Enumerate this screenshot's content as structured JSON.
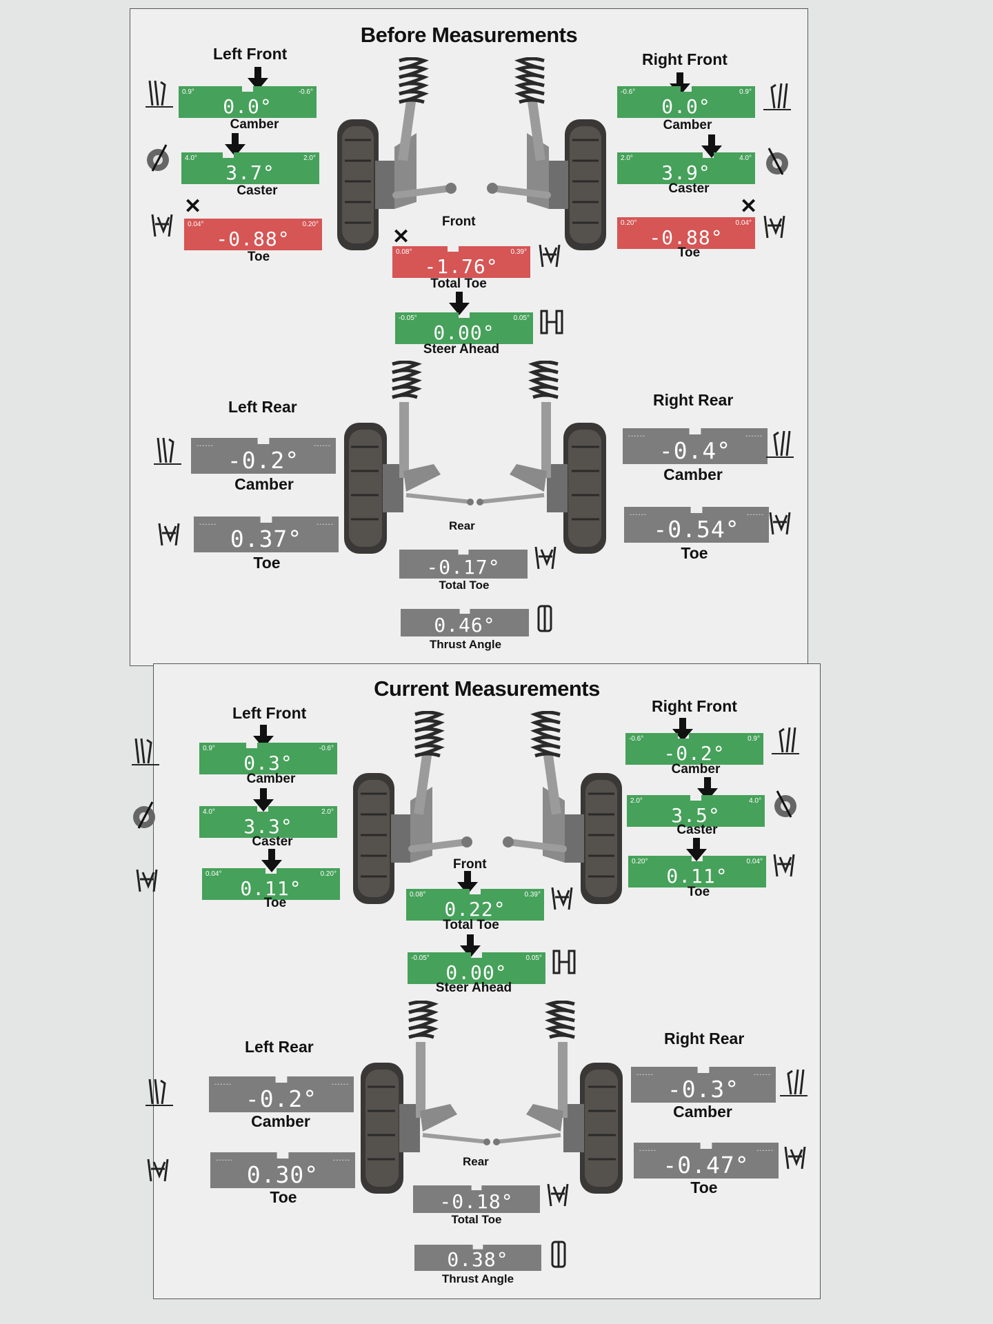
{
  "colors": {
    "good": "#46a15a",
    "bad": "#d65555",
    "neutral": "#7d7d7d",
    "arrow": "#111111"
  },
  "icons": [
    "camber-icon",
    "caster-icon",
    "toe-icon",
    "steer-ahead-icon",
    "thrust-angle-icon",
    "x-mark-icon",
    "down-arrow-icon"
  ],
  "before": {
    "title": "Before Measurements",
    "left_front": {
      "label": "Left Front",
      "camber": {
        "value": "0.0°",
        "min": "0.9°",
        "max": "-0.6°",
        "label": "Camber"
      },
      "caster": {
        "value": "3.7°",
        "min": "4.0°",
        "max": "2.0°",
        "label": "Caster"
      },
      "toe": {
        "value": "-0.88°",
        "min": "0.04°",
        "max": "0.20°",
        "label": "Toe"
      }
    },
    "right_front": {
      "label": "Right Front",
      "camber": {
        "value": "0.0°",
        "min": "-0.6°",
        "max": "0.9°",
        "label": "Camber"
      },
      "caster": {
        "value": "3.9°",
        "min": "2.0°",
        "max": "4.0°",
        "label": "Caster"
      },
      "toe": {
        "value": "-0.88°",
        "min": "0.20°",
        "max": "0.04°",
        "label": "Toe"
      }
    },
    "front": {
      "label": "Front",
      "total_toe": {
        "value": "-1.76°",
        "min": "0.08°",
        "max": "0.39°",
        "label": "Total Toe"
      },
      "steer_ahead": {
        "value": "0.00°",
        "min": "-0.05°",
        "max": "0.05°",
        "label": "Steer Ahead"
      }
    },
    "left_rear": {
      "label": "Left Rear",
      "camber": {
        "value": "-0.2°",
        "label": "Camber"
      },
      "toe": {
        "value": "0.37°",
        "label": "Toe"
      }
    },
    "right_rear": {
      "label": "Right Rear",
      "camber": {
        "value": "-0.4°",
        "label": "Camber"
      },
      "toe": {
        "value": "-0.54°",
        "label": "Toe"
      }
    },
    "rear": {
      "label": "Rear",
      "total_toe": {
        "value": "-0.17°",
        "label": "Total Toe"
      },
      "thrust_angle": {
        "value": "0.46°",
        "label": "Thrust Angle"
      }
    }
  },
  "current": {
    "title": "Current Measurements",
    "left_front": {
      "label": "Left Front",
      "camber": {
        "value": "0.3°",
        "min": "0.9°",
        "max": "-0.6°",
        "label": "Camber"
      },
      "caster": {
        "value": "3.3°",
        "min": "4.0°",
        "max": "2.0°",
        "label": "Caster"
      },
      "toe": {
        "value": "0.11°",
        "min": "0.04°",
        "max": "0.20°",
        "label": "Toe"
      }
    },
    "right_front": {
      "label": "Right Front",
      "camber": {
        "value": "-0.2°",
        "min": "-0.6°",
        "max": "0.9°",
        "label": "Camber"
      },
      "caster": {
        "value": "3.5°",
        "min": "2.0°",
        "max": "4.0°",
        "label": "Caster"
      },
      "toe": {
        "value": "0.11°",
        "min": "0.20°",
        "max": "0.04°",
        "label": "Toe"
      }
    },
    "front": {
      "label": "Front",
      "total_toe": {
        "value": "0.22°",
        "min": "0.08°",
        "max": "0.39°",
        "label": "Total Toe"
      },
      "steer_ahead": {
        "value": "0.00°",
        "min": "-0.05°",
        "max": "0.05°",
        "label": "Steer Ahead"
      }
    },
    "left_rear": {
      "label": "Left Rear",
      "camber": {
        "value": "-0.2°",
        "label": "Camber"
      },
      "toe": {
        "value": "0.30°",
        "label": "Toe"
      }
    },
    "right_rear": {
      "label": "Right Rear",
      "camber": {
        "value": "-0.3°",
        "label": "Camber"
      },
      "toe": {
        "value": "-0.47°",
        "label": "Toe"
      }
    },
    "rear": {
      "label": "Rear",
      "total_toe": {
        "value": "-0.18°",
        "label": "Total Toe"
      },
      "thrust_angle": {
        "value": "0.38°",
        "label": "Thrust Angle"
      }
    }
  }
}
